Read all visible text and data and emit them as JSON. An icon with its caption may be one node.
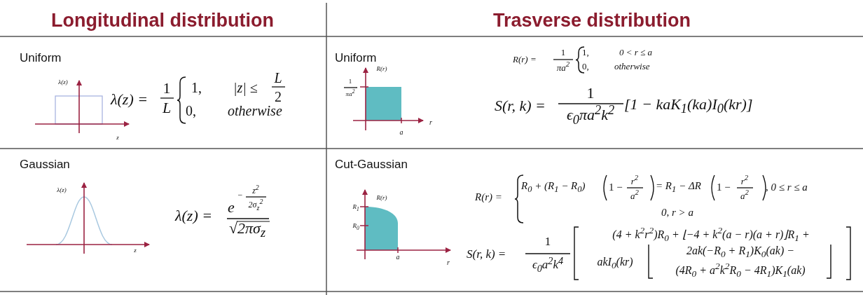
{
  "diagram": {
    "labels": [
      "Longitudinal distribution",
      "Trasverse distribution",
      "Uniform",
      "λ(z)",
      "z",
      "λ(z) =",
      "1",
      "L",
      "1,",
      "|z| ≤",
      "L",
      "2",
      "0,",
      "otherwise",
      "Uniform",
      "R(r)",
      "1",
      "πa$^{2}$",
      "a",
      "r",
      "R(r) =",
      "1",
      "πa$^{2}$",
      "1,",
      "0 < r ≤ a",
      "0,",
      "otherwise",
      "S(r, k) =",
      "1",
      "ϵ$_{0}$πa$^{2}$k$^{2}$",
      "[1 − kaK$_{1}$(ka)I$_{0}$(kr)]",
      "Gaussian",
      "λ(z)",
      "z",
      "λ(z) =",
      "e",
      "−",
      "z$^{2}$",
      "2σ$_{z}$$^{2}$",
      "√2πσ$_{z}$",
      "Cut-Gaussian",
      "R(r)",
      "R$_{1}$",
      "R$_{0}$",
      "a",
      "r",
      "R(r) =",
      "R$_{0}$ + (R$_{1}$ − R$_{0}$)",
      "1 −",
      "r$^{2}$",
      "a$^{2}$",
      "= R$_{1}$ − ΔR",
      "1 −",
      "r$^{2}$",
      "a$^{2}$",
      ", 0 ≤ r ≤ a",
      "0, r > a",
      "S(r, k) =",
      "1",
      "ϵ$_{0}$a$^{2}$k$^{4}$",
      "(4 + k$^{2}$r$^{2}$)R$_{0}$ + ⌊−4 + k$^{2}$(a − r)(a + r)⌋R$_{1}$ +",
      "akI$_{0}$(kr)",
      "2ak(−R$_{0}$ + R$_{1}$)K$_{0}$(ak) −",
      "(4R$_{0}$ + a$^{2}$k$^{2}$R$_{0}$ − 4R$_{1}$)K$_{1}$(ak)"
    ]
  }
}
